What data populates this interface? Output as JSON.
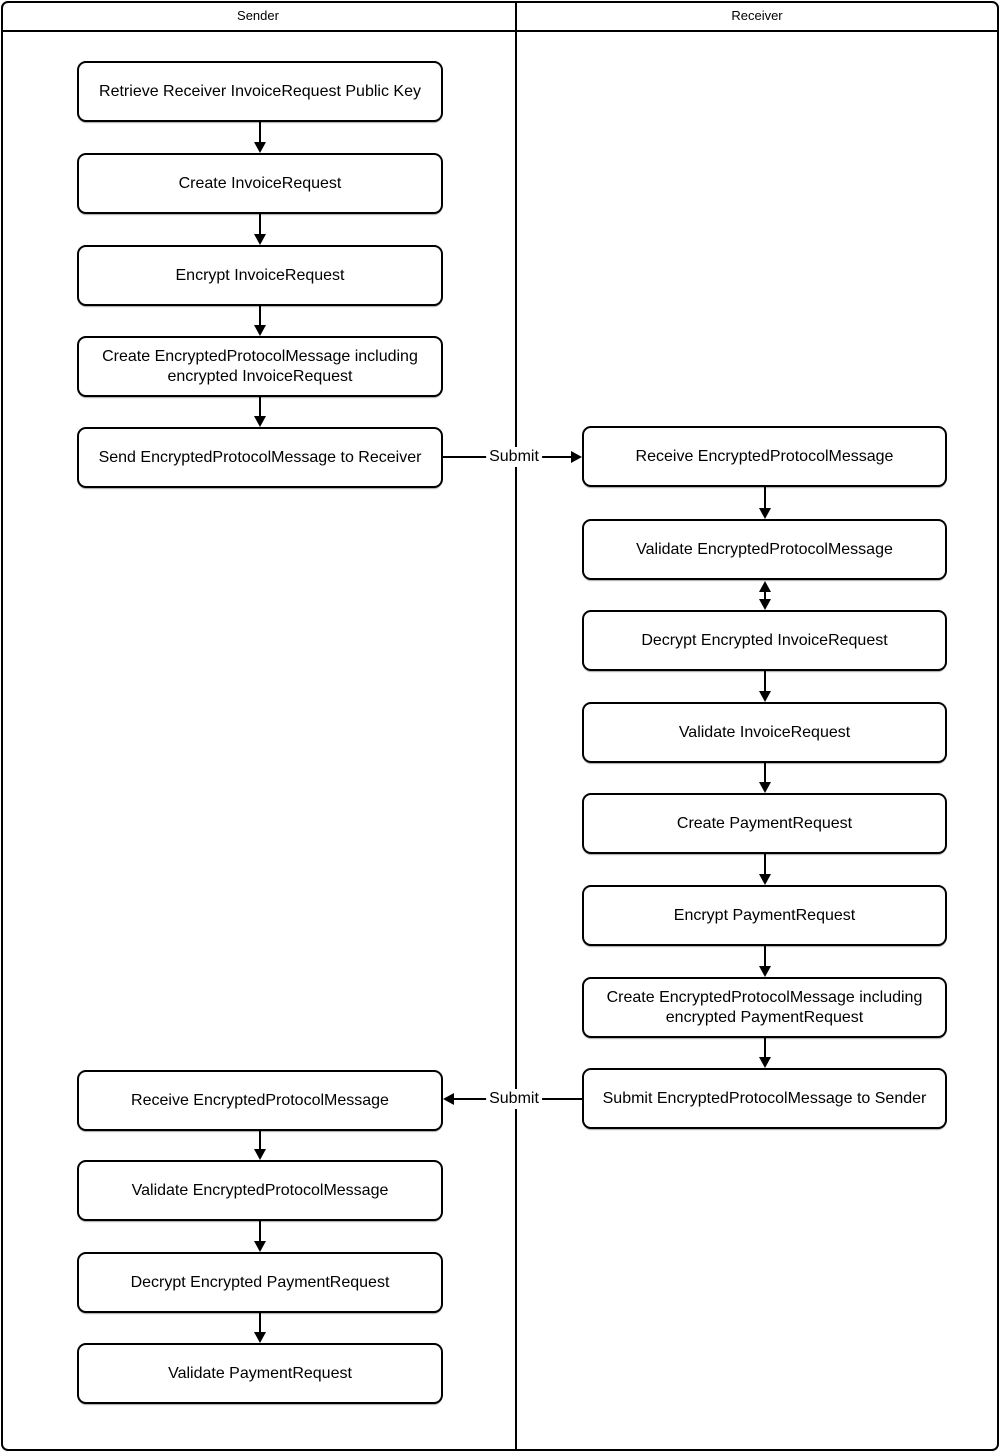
{
  "lanes": [
    {
      "label": "Sender"
    },
    {
      "label": "Receiver"
    }
  ],
  "sender": {
    "steps": [
      "Retrieve Receiver InvoiceRequest Public Key",
      "Create InvoiceRequest",
      "Encrypt InvoiceRequest",
      "Create EncryptedProtocolMessage including encrypted InvoiceRequest",
      "Send EncryptedProtocolMessage to Receiver",
      "Receive EncryptedProtocolMessage",
      "Validate EncryptedProtocolMessage",
      "Decrypt Encrypted PaymentRequest",
      "Validate PaymentRequest"
    ]
  },
  "receiver": {
    "steps": [
      "Receive EncryptedProtocolMessage",
      "Validate EncryptedProtocolMessage",
      "Decrypt Encrypted InvoiceRequest",
      "Validate InvoiceRequest",
      "Create PaymentRequest",
      "Encrypt PaymentRequest",
      "Create EncryptedProtocolMessage including encrypted PaymentRequest",
      "Submit EncryptedProtocolMessage to Sender"
    ]
  },
  "connectors": {
    "submit_top": "Submit",
    "submit_bottom": "Submit"
  },
  "colors": {
    "stroke": "#000000",
    "fill": "#ffffff"
  }
}
